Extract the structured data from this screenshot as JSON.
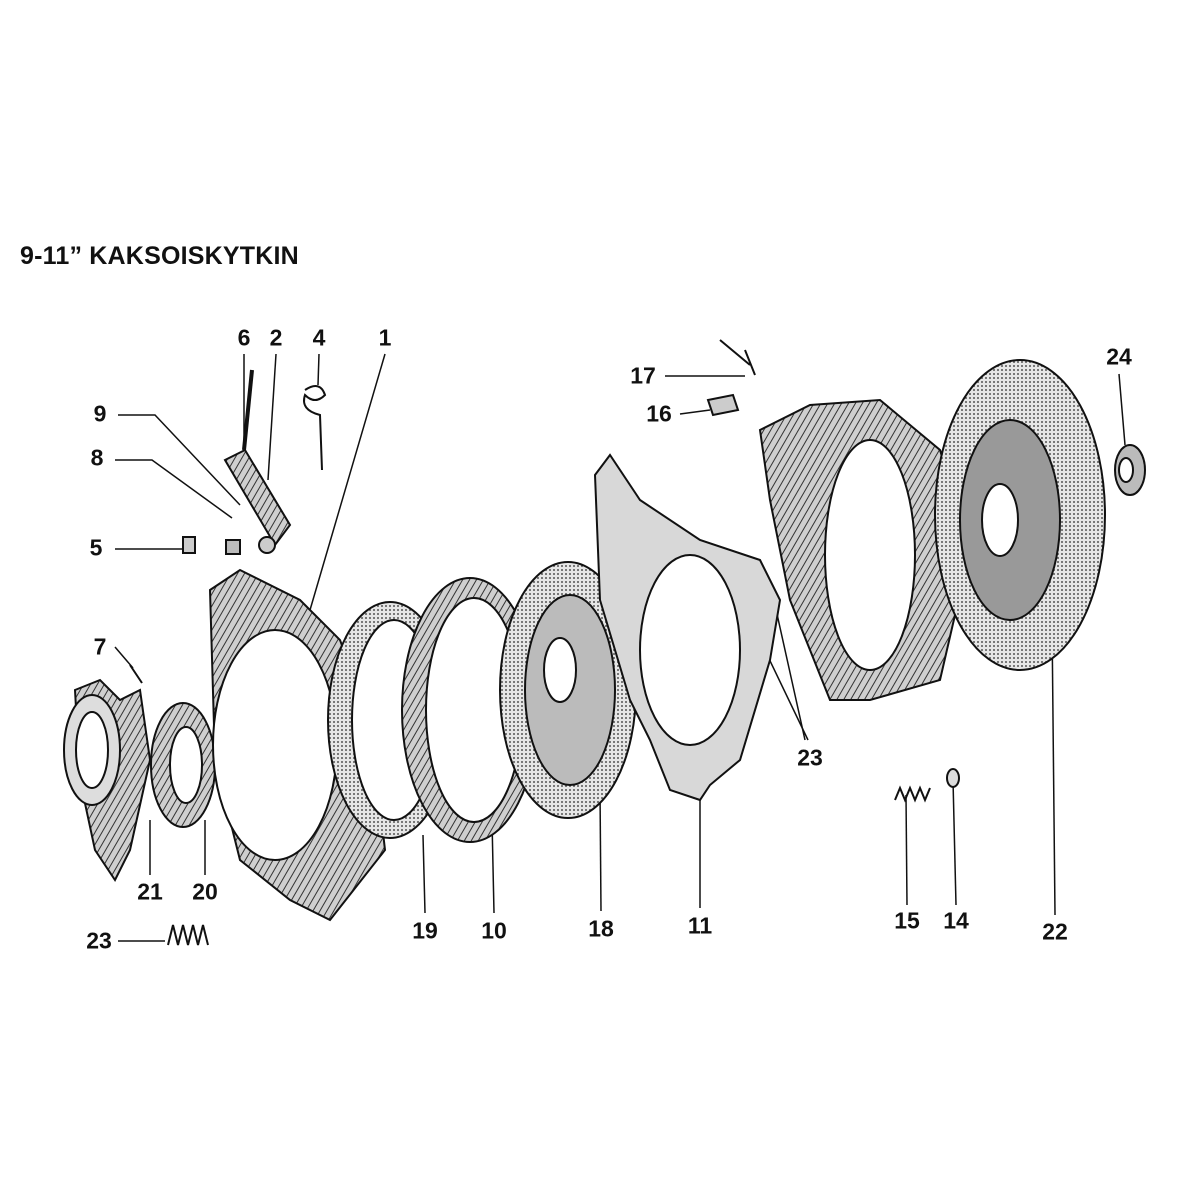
{
  "title": "9-11” KAKSOISKYTKIN",
  "callouts": {
    "c1": "1",
    "c2": "2",
    "c4": "4",
    "c5": "5",
    "c6": "6",
    "c7": "7",
    "c8": "8",
    "c9": "9",
    "c10": "10",
    "c11": "11",
    "c14": "14",
    "c15": "15",
    "c16": "16",
    "c17": "17",
    "c18": "18",
    "c19": "19",
    "c20": "20",
    "c21": "21",
    "c22": "22",
    "c23a": "23",
    "c23b": "23",
    "c24": "24"
  },
  "colors": {
    "ink": "#111111",
    "shade": "#9a9a9a",
    "light": "#d8d8d8"
  }
}
